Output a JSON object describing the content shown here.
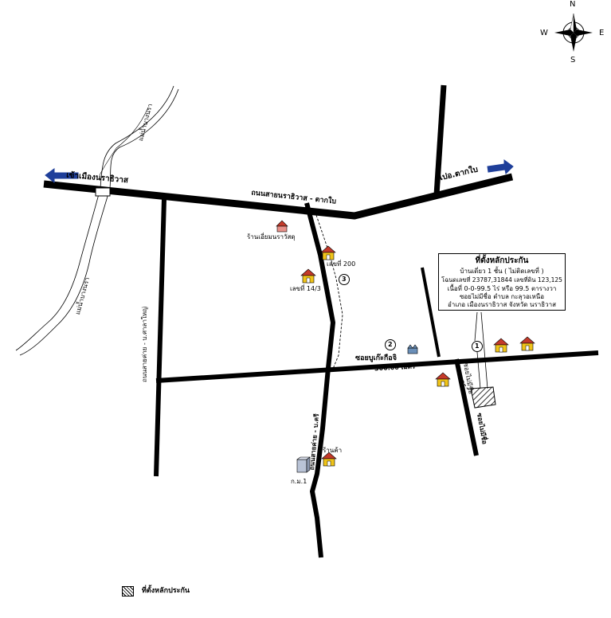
{
  "colors": {
    "road": "#000000",
    "arrow": "#1f3f9a",
    "house_roof": "#c43a2a",
    "house_body": "#f0c419",
    "building": "#b9c3d6"
  },
  "compass": {
    "n": "N",
    "s": "S",
    "e": "E",
    "w": "W"
  },
  "roads": {
    "main_highway": "ถนนสายนราธิวาส - ตากใบ",
    "to_city": "เข้าเมืองนราธิวาส",
    "to_takbai": "ไปอ.ตากใบ",
    "road_sala_yai": "ถนนสายค่าย - บ.ศาลาใหญ่",
    "road_ban_kho": "ถนนสายค่าย - บ.ครี",
    "soi_bukit": "ซอยบูเก๊ะกือจิ",
    "soi_no_name": "ซอยไม่มีชื่อ",
    "soi_no_name_short": "ซอยไม่มีชื่อ"
  },
  "river": {
    "label_top": "แม่น้ำบางนรา",
    "label_left": "แม่น้ำบางนรา"
  },
  "places": {
    "shop_lanna": "ร้านเอี่ยมนราวัสดุ",
    "house_200": "เลขที่ 200",
    "house_14_3": "เลขที่ 14/3",
    "shop": "ร้านค้า",
    "km1": "ก.ม.1"
  },
  "distance": "300.00 เมตร",
  "markers": [
    "1",
    "2",
    "3"
  ],
  "info_box": {
    "title": "ที่ตั้งหลักประกัน",
    "line1": "บ้านเดี่ยว 1 ชั้น ( ไม่ติดเลขที่ )",
    "line2": "โฉนดเลขที่ 23787,31844  เลขที่ดิน  123,125",
    "line3": "เนื้อที่  0-0-99.5 ไร่ หรือ 99.5 ตารางวา",
    "line4": "ซอยไม่มีชื่อ ตำบล กะลุวอเหนือ",
    "line5": "อำเภอ เมืองนราธิวาส จังหวัด นราธิวาส"
  },
  "legend": {
    "label": "ที่ตั้งหลักประกัน"
  }
}
